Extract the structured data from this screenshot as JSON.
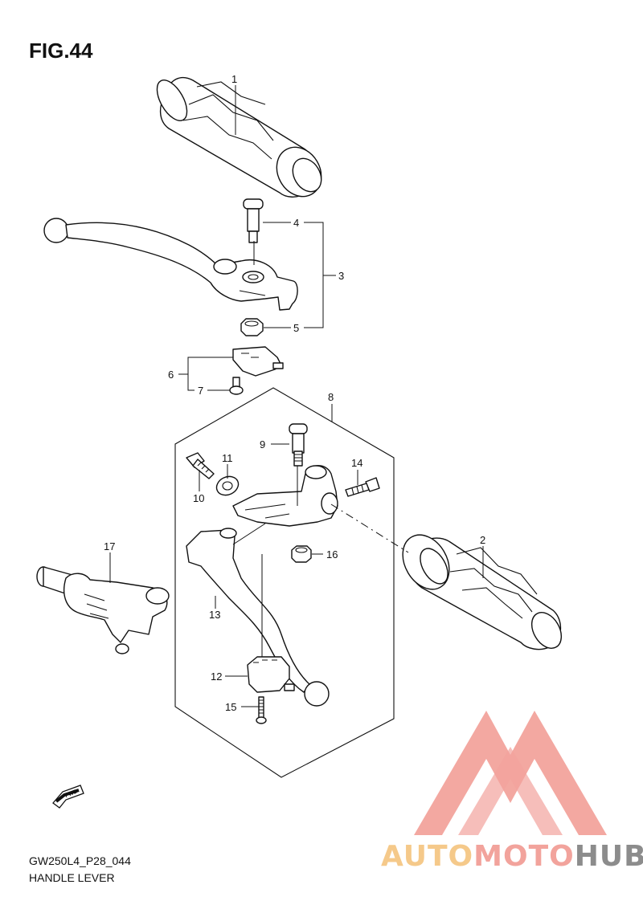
{
  "figure": {
    "title": "FIG.44",
    "code": "GW250L4_P28_044",
    "caption": "HANDLE LEVER"
  },
  "callouts": [
    {
      "id": "1",
      "label": "1"
    },
    {
      "id": "2",
      "label": "2"
    },
    {
      "id": "3",
      "label": "3"
    },
    {
      "id": "4",
      "label": "4"
    },
    {
      "id": "5",
      "label": "5"
    },
    {
      "id": "6",
      "label": "6"
    },
    {
      "id": "7",
      "label": "7"
    },
    {
      "id": "8",
      "label": "8"
    },
    {
      "id": "9",
      "label": "9"
    },
    {
      "id": "10",
      "label": "10"
    },
    {
      "id": "11",
      "label": "11"
    },
    {
      "id": "12",
      "label": "12"
    },
    {
      "id": "13",
      "label": "13"
    },
    {
      "id": "14",
      "label": "14"
    },
    {
      "id": "15",
      "label": "15"
    },
    {
      "id": "16",
      "label": "16"
    },
    {
      "id": "17",
      "label": "17"
    }
  ],
  "fwd_badge": "FWD",
  "watermark": {
    "part1": "AUTO",
    "part2": "MOTO",
    "part3": "HUB",
    "colors": {
      "auto": "#f5c98a",
      "moto": "#f2a39c",
      "hub": "#8c8c8c",
      "triangle": "#f2a39c"
    }
  }
}
